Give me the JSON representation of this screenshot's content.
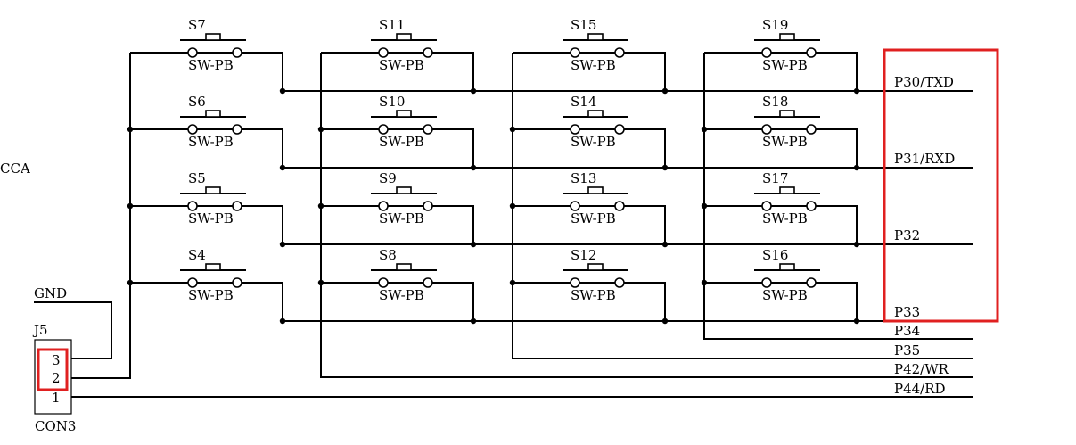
{
  "schematic": {
    "partial_left_label": "CCA",
    "power": {
      "gnd": "GND"
    },
    "connector": {
      "ref": "J5",
      "value": "CON3",
      "pins": [
        "3",
        "2",
        "1"
      ]
    },
    "switch_value": "SW-PB",
    "switch_columns": [
      [
        "S7",
        "S6",
        "S5",
        "S4"
      ],
      [
        "S11",
        "S10",
        "S9",
        "S8"
      ],
      [
        "S15",
        "S14",
        "S13",
        "S12"
      ],
      [
        "S19",
        "S18",
        "S17",
        "S16"
      ]
    ],
    "nets": {
      "rows": [
        "P30/TXD",
        "P31/RXD",
        "P32",
        "P33"
      ],
      "columns": [
        "P34",
        "P35",
        "P42/WR",
        "P44/RD"
      ]
    },
    "highlight_color": "#e02020"
  }
}
